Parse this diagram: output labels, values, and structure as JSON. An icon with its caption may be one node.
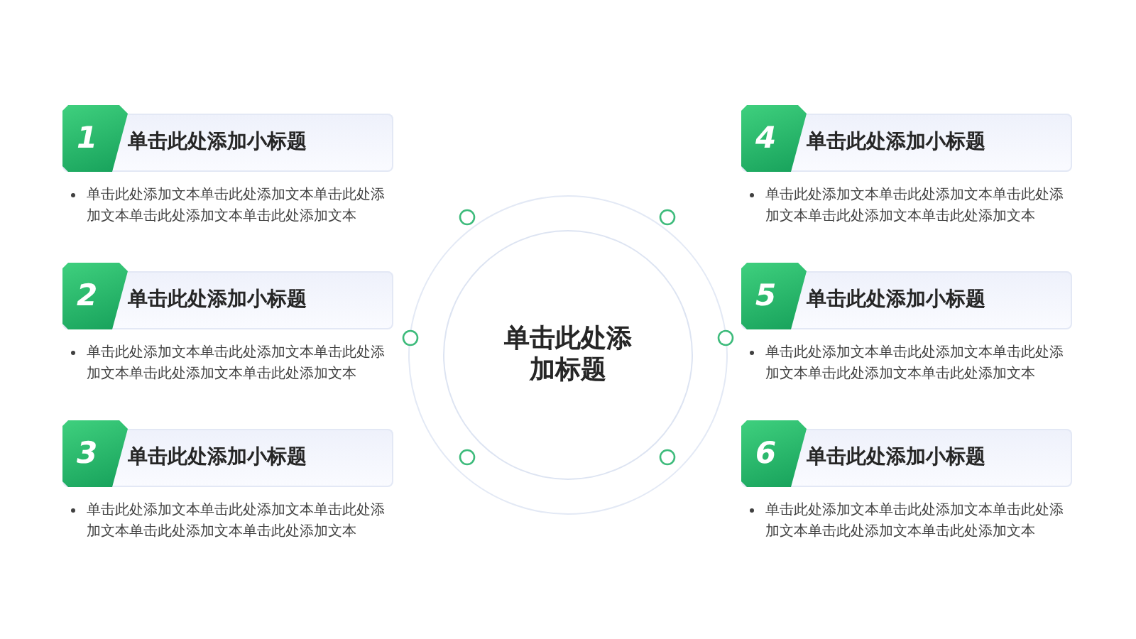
{
  "diagram": {
    "nodes": [
      {
        "text": [
          "单击此处添加标题"
        ]
      },
      {
        "text": [
          "1",
          "单击此处添加小标题",
          "单击此处添加文本单击此处添加文本单击此处添加文本单击此处添加文本单击此处添加文本"
        ]
      },
      {
        "text": [
          "2",
          "单击此处添加小标题",
          "单击此处添加文本单击此处添加文本单击此处添加文本单击此处添加文本单击此处添加文本"
        ]
      },
      {
        "text": [
          "3",
          "单击此处添加小标题",
          "单击此处添加文本单击此处添加文本单击此处添加文本单击此处添加文本单击此处添加文本"
        ]
      },
      {
        "text": [
          "4",
          "单击此处添加小标题",
          "单击此处添加文本单击此处添加文本单击此处添加文本单击此处添加文本单击此处添加文本"
        ]
      },
      {
        "text": [
          "5",
          "单击此处添加小标题",
          "单击此处添加文本单击此处添加文本单击此处添加文本单击此处添加文本单击此处添加文本"
        ]
      },
      {
        "text": [
          "6",
          "单击此处添加小标题",
          "单击此处添加文本单击此处添加文本单击此处添加文本单击此处添加文本单击此处添加文本"
        ]
      }
    ]
  }
}
